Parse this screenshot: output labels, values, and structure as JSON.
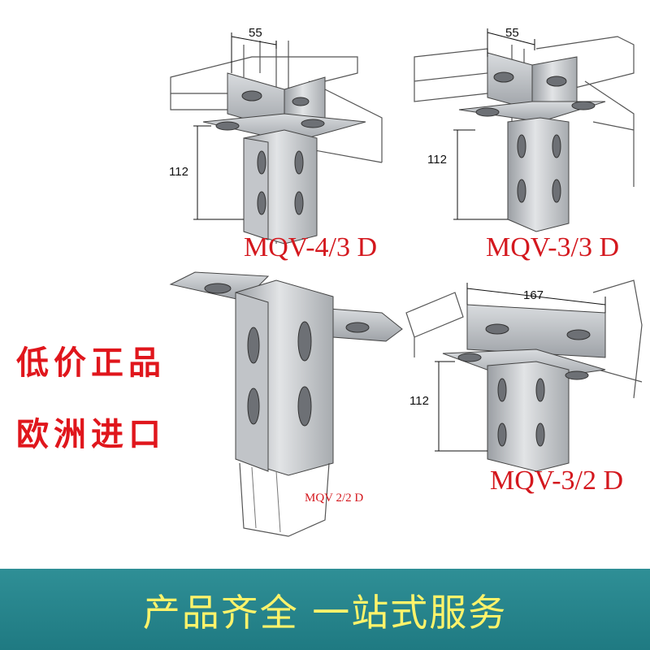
{
  "products": [
    {
      "model": "MQV-4/3 D",
      "width_dim": "55",
      "height_dim": "112"
    },
    {
      "model": "MQV-3/3 D",
      "width_dim": "55",
      "height_dim": "112"
    },
    {
      "model": "MQV 2/2 D"
    },
    {
      "model": "MQV-3/2 D",
      "width_dim": "167",
      "height_dim": "112"
    }
  ],
  "promo": {
    "line1": "低价正品",
    "line2": "欧洲进口"
  },
  "banner": {
    "text": "产品齐全 一站式服务"
  },
  "colors": {
    "accent_red": "#e0161c",
    "banner_teal": "#237f87",
    "banner_text": "#fff36a"
  }
}
